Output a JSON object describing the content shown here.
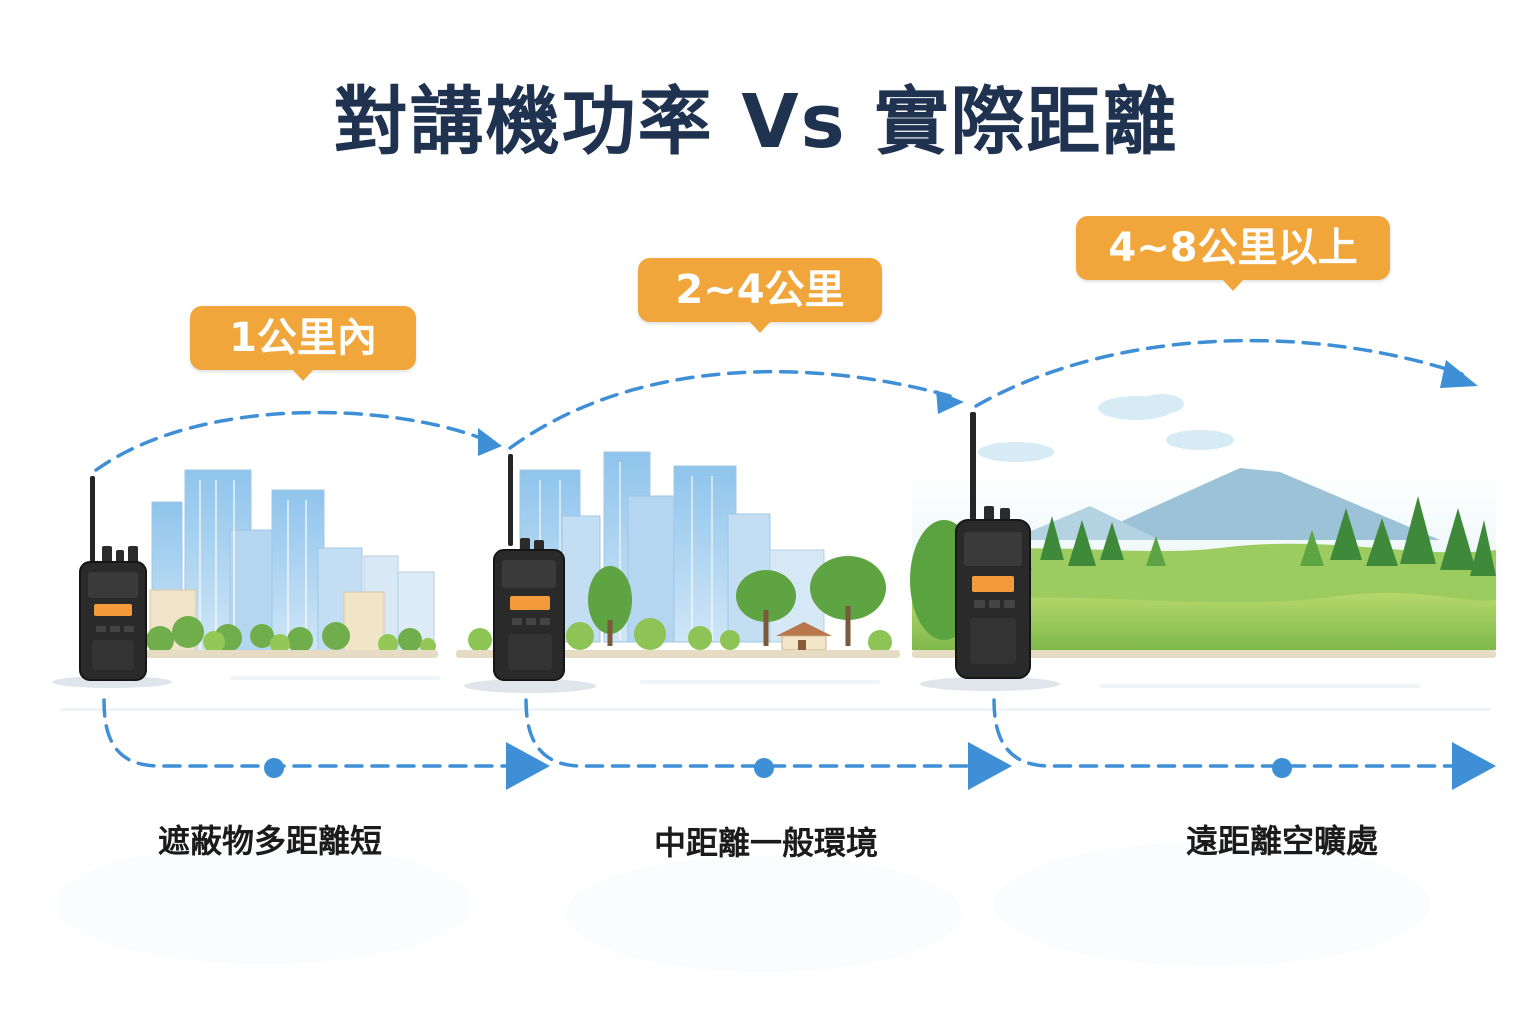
{
  "title": "對講機功率 Vs 實際距離",
  "zones": [
    {
      "range_label": "1公里內",
      "description": "遮蔽物多距離短",
      "scene": "city"
    },
    {
      "range_label": "2~4公里",
      "description": "中距離一般環境",
      "scene": "suburb"
    },
    {
      "range_label": "4~8公里以上",
      "description": "遠距離空曠處",
      "scene": "countryside"
    }
  ],
  "icons": [
    "walkie-talkie-icon",
    "dashed-arrow-icon"
  ],
  "colors": {
    "title": "#1f3250",
    "badge": "#f0a63a",
    "arrow": "#3f8fd6",
    "radio_body": "#2a2a2a",
    "radio_screen": "#f39a3b"
  }
}
